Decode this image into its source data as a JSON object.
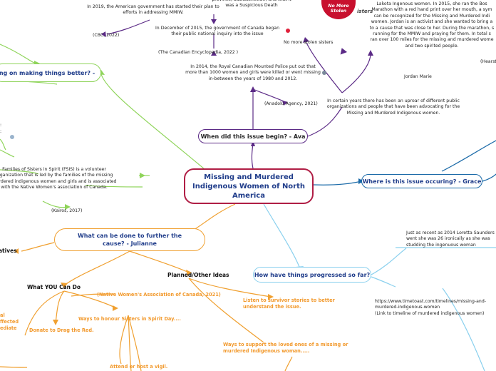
{
  "central": {
    "title": "Missing and Murdered Indigenous Women of North America"
  },
  "branches": {
    "when": "When did this issue begin? - Ava",
    "where": "Where is this issue occuring? - Grace",
    "progress": "How have things progressed so far?",
    "further": "What can be done to further the cause? - Julianne",
    "making": "ng on making things better? -"
  },
  "when_notes": {
    "n2019": "In 2019, the American government has started their plan to efforts in addressing MMIW.",
    "cbc": "(CBC, 2022)",
    "sask": "province, Saskatchewan, and that it was a Suspicious Death",
    "inquiry": "In December of 2015, the government of Canada began their public national inquiry into the issue",
    "enc": "(The Canadian Encyclopedia, 2022 )",
    "rcmp": "In 2014, the Royal Canadian Mounted Police put out that more than 1000 women and girls were killed or went missing in-between the years of 1980 and 2012.",
    "anadolu": "(Anadolu Agency, 2021)",
    "uproar": "In certain years there has been an uproar of different public organizations and people that have been advocating for the Missing and Murdered Indigenous women.",
    "nostolen": "No more stolen sisters",
    "jordan": "Jordan Marie",
    "hearst": "(Hearst",
    "jordan_desc": [
      "Lakota Ingenous women.  In 2015, she ran the Bos",
      "Marathon with a red hand print over her mouth, a sym",
      "can be recognized for the Missing and Murdered Indi",
      "women. Jordan is an activist and she wanted to bring a",
      "to a cause that was close to her. During the marathon, s",
      "running for the MMIW and praying for them. In total s",
      "ran over 100 miles for the missing and murdered wome",
      "and two spirited people."
    ]
  },
  "logo": {
    "line1": "No More",
    "line2": "Stolen",
    "line3": "isters"
  },
  "left_notes": {
    "psis": "Families of Sisters in Spirit (FSIS) is a volunteer organization that is led by the families of the missing murdered indigenous women and girls and is associated with the Native Women's association of Canada.",
    "kairos": "(Kairos, 2017)",
    "natives": "atives"
  },
  "progress_notes": {
    "loretta": "Just as recent as 2014 Loretta Saunders went she was 26 ironically as she was studding the ingenuous woman",
    "timeline_url": "https://www.timetoast.com/timelines/missing-and-murdered-indigenous-women",
    "timeline_link": "(Link to timeline of murdered indigenous women)"
  },
  "further_items": {
    "what_you": "What YOU Can Do",
    "planned": "Planned/Other Ideas",
    "nwac": "(Native Women's Association of Canada, 2021)",
    "honour": "Ways to honour Sisters in Spirit Day....",
    "donate": "Donate to Drag the Red.",
    "listen": "Listen to survivor stories to better understand the issue.",
    "support": "Ways to support the loved ones of a missing or murdered Indigenous woman.....",
    "vigil": "Attend or host a vigil.",
    "cut1": "al",
    "cut2": "ffected",
    "cut3": "ediate"
  },
  "colors": {
    "central_border": "#b01e45",
    "title_text": "#1f3c8a",
    "when": "#5b2a86",
    "where": "#1a6aa8",
    "progress": "#8ad0ee",
    "further": "#f0a030",
    "making": "#8fd45a",
    "logo_red": "#c8102e"
  }
}
